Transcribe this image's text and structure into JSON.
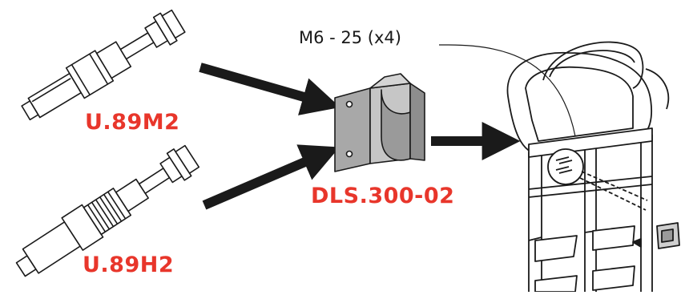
{
  "labels": {
    "part_top": "U.89M2",
    "part_bottom": "U.89H2",
    "bracket": "DLS.300-02",
    "screw_callout": "M6 - 25  (x4)"
  },
  "colors": {
    "label_red": "#e8362b",
    "ink": "#1a1a1a",
    "bracket_fill": "#b4b4b4",
    "arrow": "#1a1a1a"
  },
  "icons": {
    "faucet_top": "gas-valve-connector-icon",
    "faucet_bottom": "gas-valve-hose-connector-icon",
    "bracket": "mounting-bracket-icon",
    "rack": "rack-frame-icon"
  }
}
